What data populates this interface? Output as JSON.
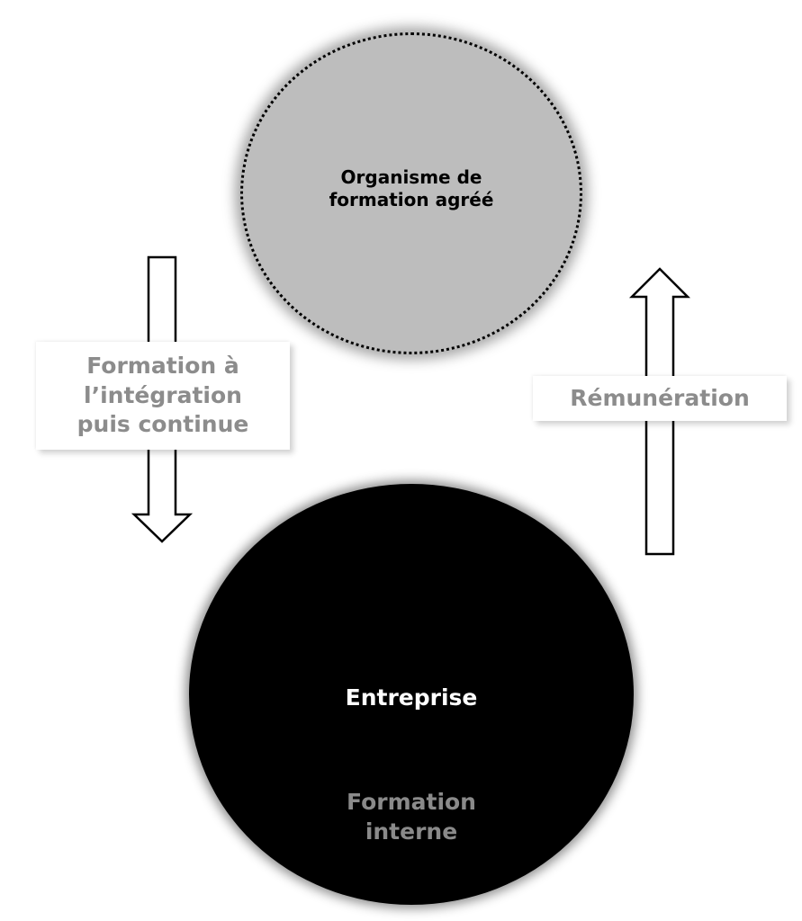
{
  "nodes": {
    "organisme": {
      "label": "Organisme de\nformation agréé"
    },
    "entreprise": {
      "label": "Entreprise",
      "sublabel": "Formation\ninterne"
    }
  },
  "flows": {
    "formation": {
      "label": "Formation à\nl’intégration\npuis continue",
      "direction": "down"
    },
    "remuneration": {
      "label": "Rémunération",
      "direction": "up"
    }
  },
  "colors": {
    "organisme_fill": "#bdbdbd",
    "entreprise_fill": "#000000",
    "callout_text": "#8c8c8c",
    "arrow_outline": "#000000"
  }
}
